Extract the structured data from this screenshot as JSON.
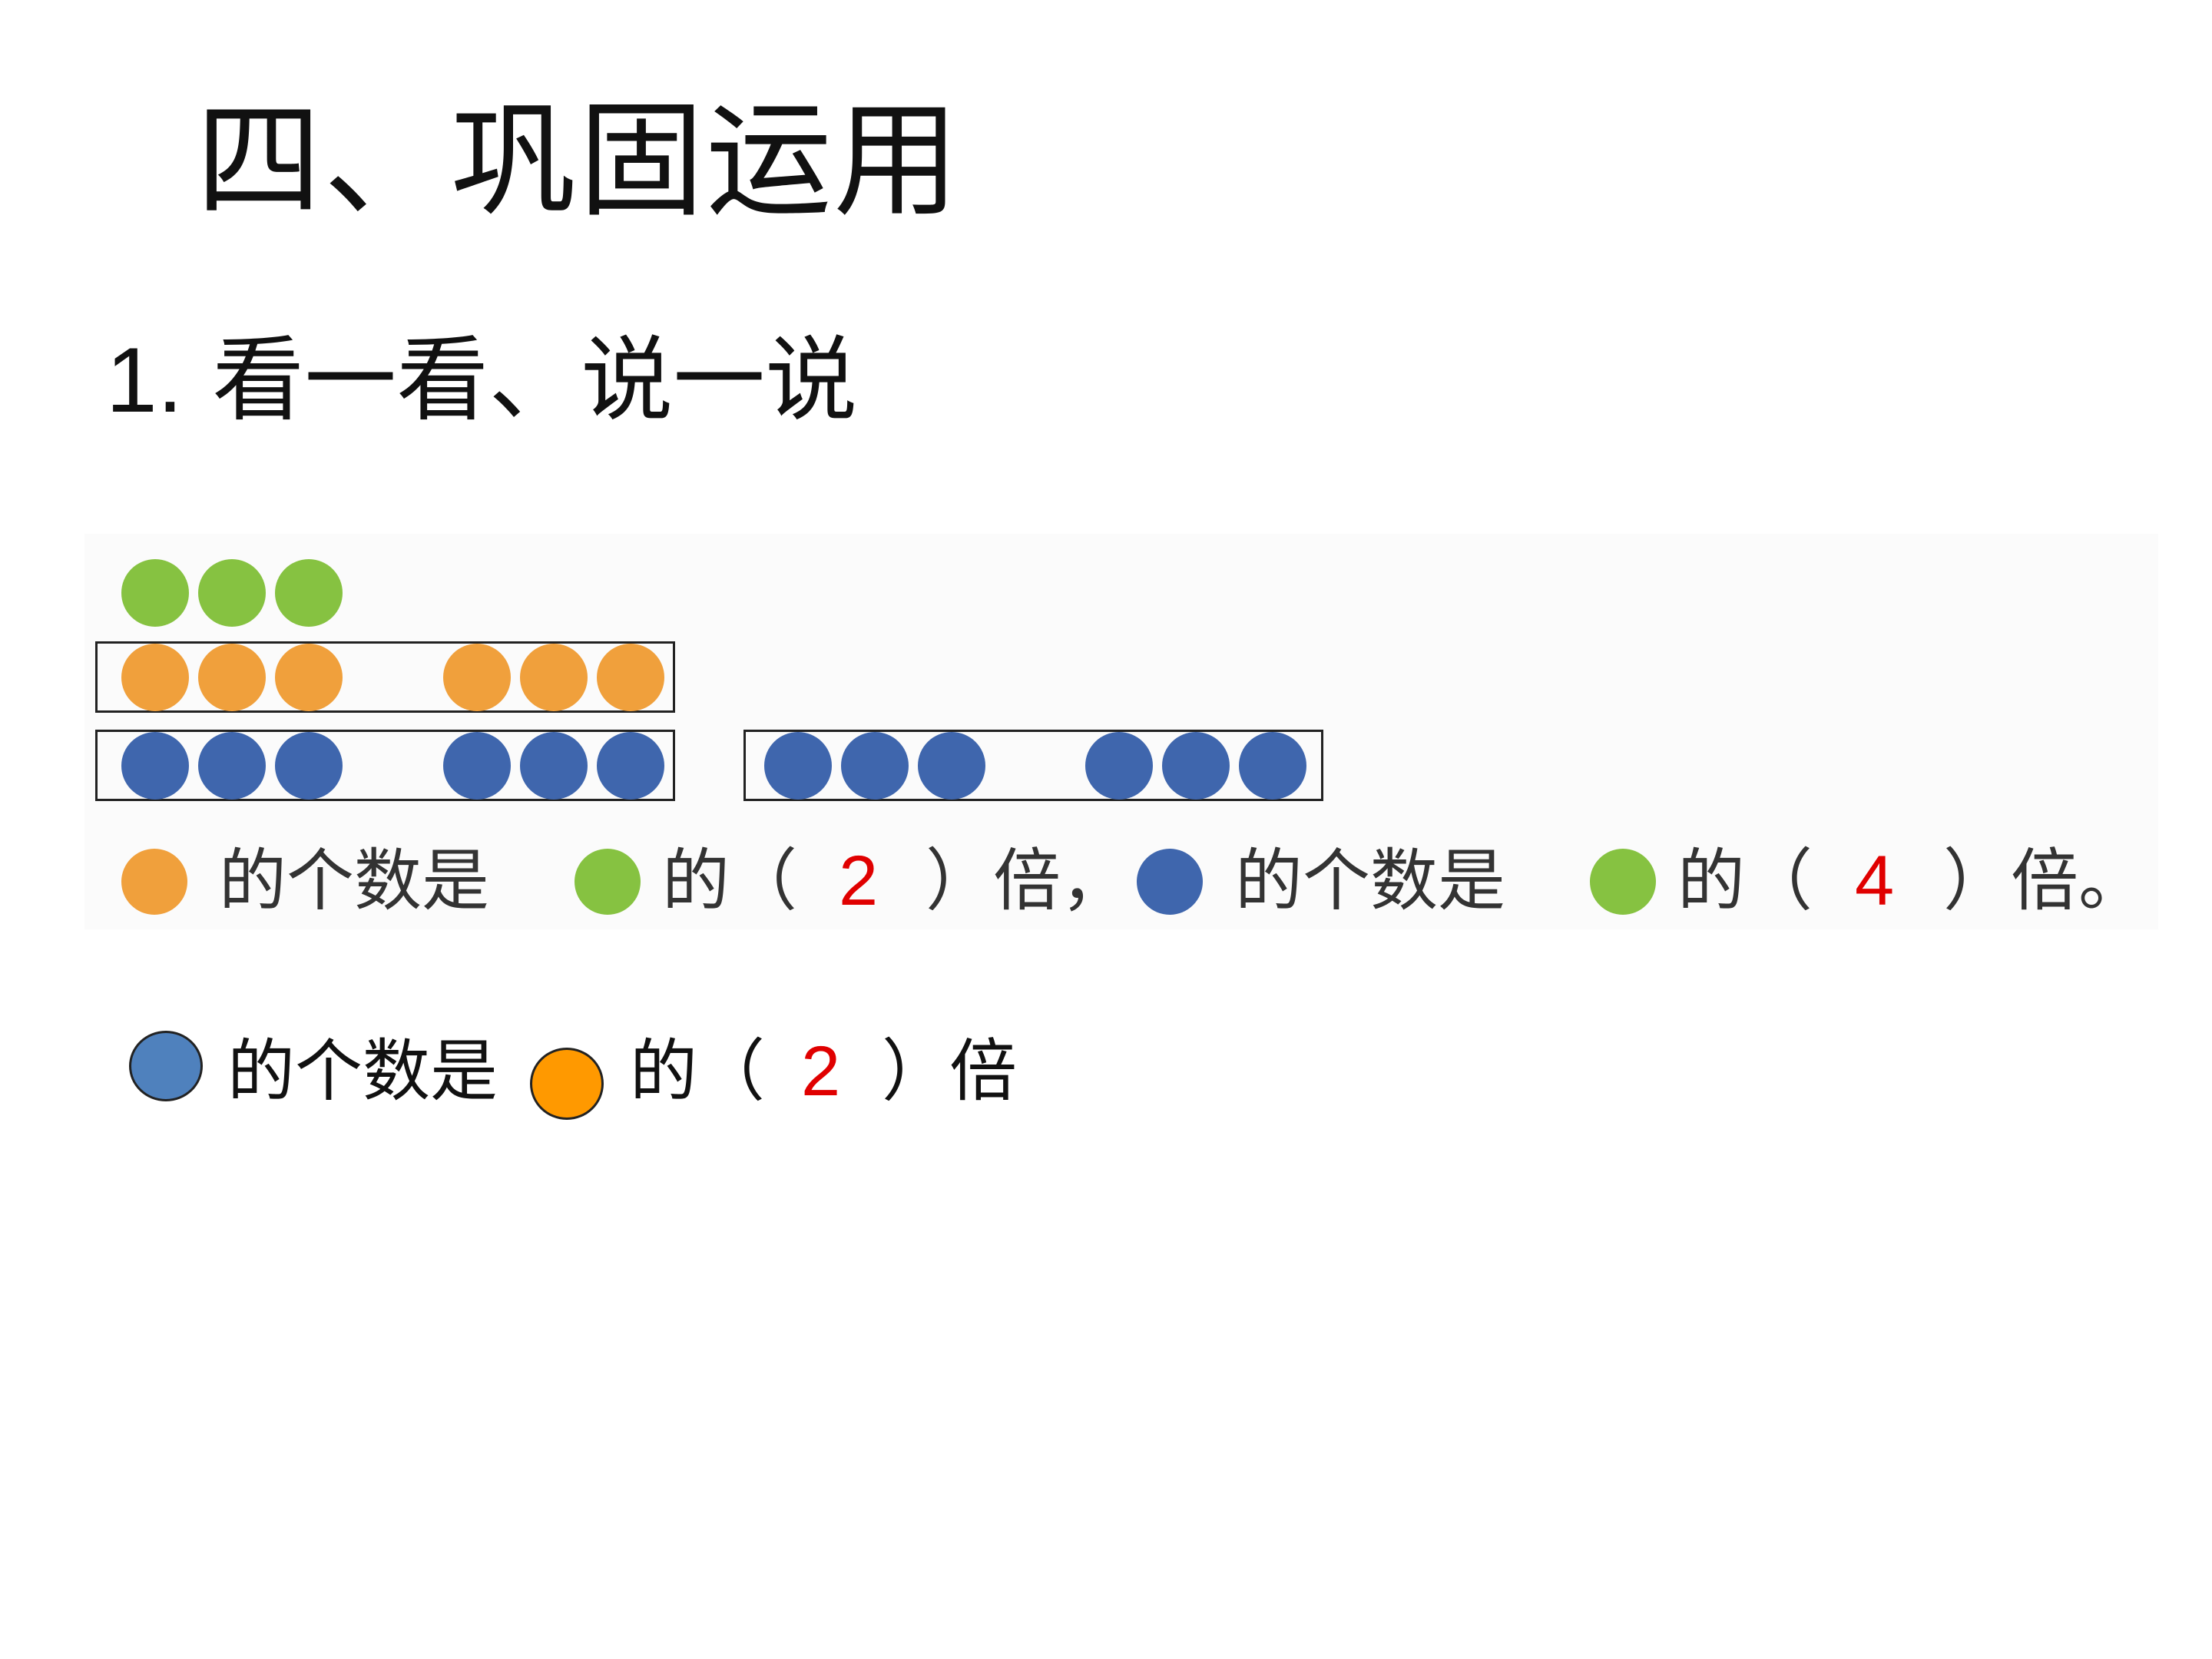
{
  "slide": {
    "title": "四、巩固运用",
    "subtitle_number": "1.",
    "subtitle_text": "看一看、说一说"
  },
  "figure": {
    "rows": [
      {
        "color": "green",
        "count": 3
      },
      {
        "color": "orange",
        "count": 6,
        "groups": 1
      },
      {
        "color": "blue",
        "count": 12,
        "groups": 2
      }
    ],
    "colors": {
      "green": "#86c241",
      "orange": "#f0a03c",
      "blue": "#3f66ad"
    }
  },
  "sentence1": {
    "part1": "的个数是",
    "part2": "的（",
    "answer1": "2",
    "part3": "）倍，",
    "part4": "的个数是",
    "part5": "的（",
    "answer2": "4",
    "part6": "）倍。"
  },
  "sentence2": {
    "part1": "的个数是",
    "part2": "的（",
    "answer": "2",
    "part3": "）倍"
  },
  "answer_color": "#e00000"
}
